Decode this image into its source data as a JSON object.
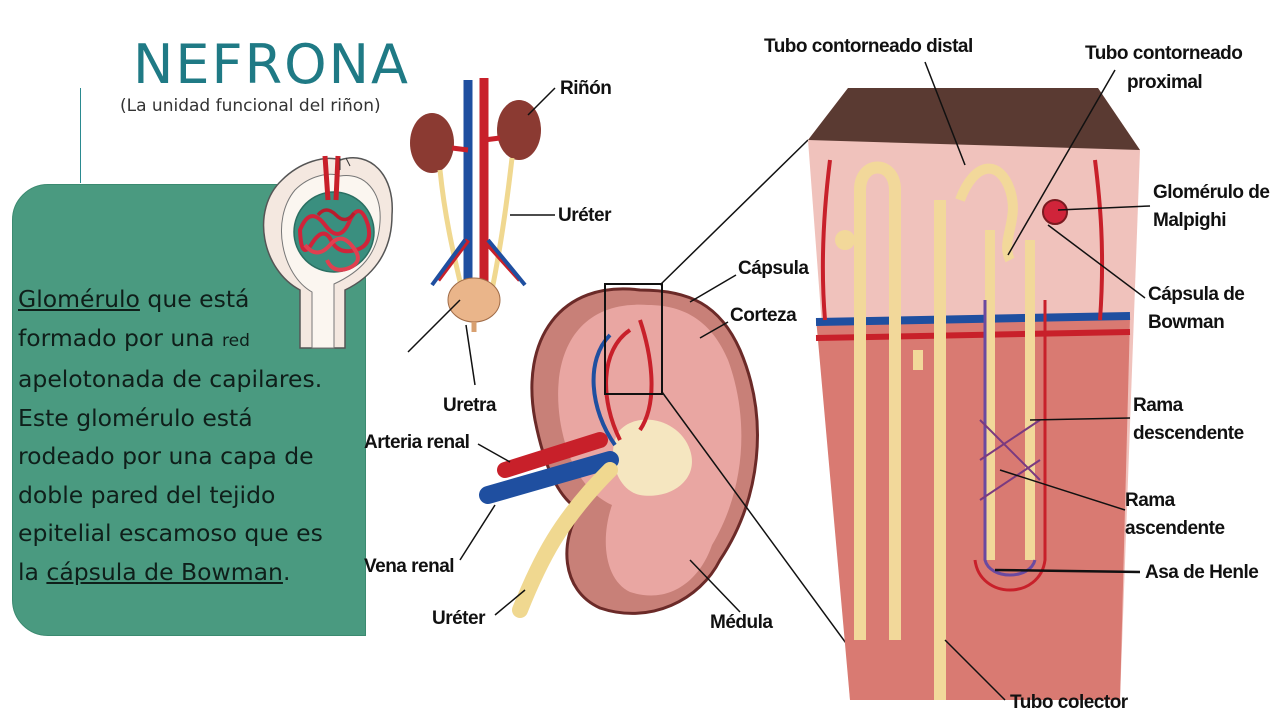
{
  "header": {
    "title": "NEFRONA",
    "subtitle": "(La unidad funcional del riñon)"
  },
  "panel": {
    "line1_a": "Glomérulo",
    "line1_b": " que está",
    "line2_a": "formado por una ",
    "line2_b": "red",
    "line3": "apelotonada de capilares.",
    "line4": "Este glomérulo está",
    "line5": "rodeado por una capa de",
    "line6": "doble pared del tejido",
    "line7": "epitelial escamoso que es",
    "line8_a": " la ",
    "line8_b": "cápsula de Bowman",
    "line8_c": "."
  },
  "labels": {
    "rinon": "Riñón",
    "ureter_top": "Uréter",
    "uretra": "Uretra",
    "arteria_renal": "Arteria renal",
    "vena_renal": "Vena renal",
    "ureter_bottom": "Uréter",
    "medula": "Médula",
    "capsula": "Cápsula",
    "corteza": "Corteza",
    "tubo_distal": "Tubo contorneado distal",
    "tubo_proximal_1": "Tubo contorneado",
    "tubo_proximal_2": "proximal",
    "glomerulo_1": "Glomérulo de",
    "glomerulo_2": "Malpighi",
    "capsula_bowman_1": "Cápsula de",
    "capsula_bowman_2": "Bowman",
    "rama_desc_1": "Rama",
    "rama_desc_2": "descendente",
    "rama_asc_1": "Rama",
    "rama_asc_2": "ascendente",
    "asa_henle": "Asa de Henle",
    "tubo_colector": "Tubo colector"
  },
  "colors": {
    "title": "#1f7a85",
    "panel": "#4a9a80",
    "artery": "#c8202a",
    "vein": "#1f4fa0",
    "tissue": "#e8a0a0",
    "tubule": "#f2d89a"
  }
}
